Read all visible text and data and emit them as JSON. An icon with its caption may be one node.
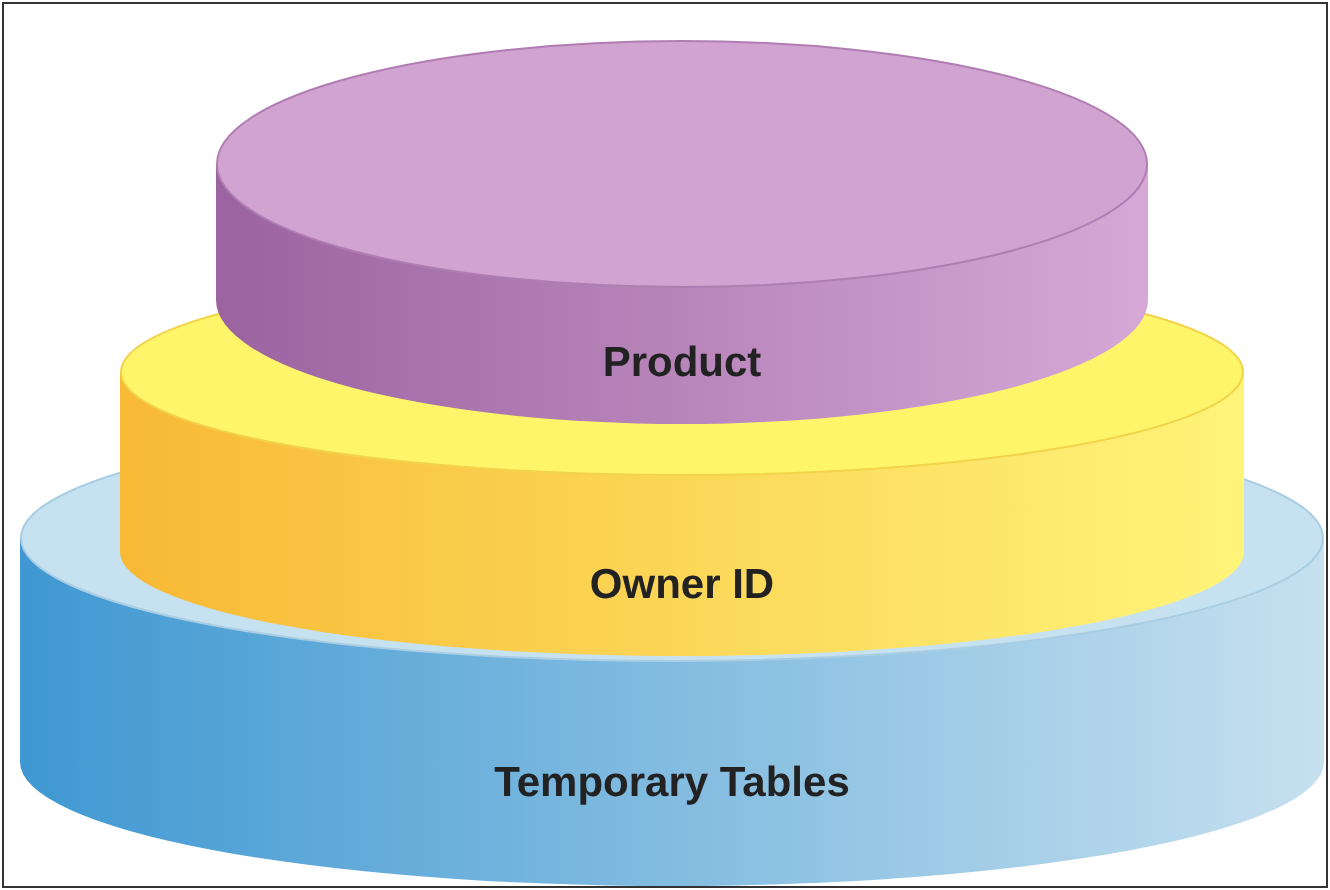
{
  "diagram": {
    "nodes": [
      {
        "text": [
          "Product"
        ]
      },
      {
        "text": [
          "Owner ID"
        ]
      },
      {
        "text": [
          "Temporary Tables"
        ]
      }
    ]
  }
}
